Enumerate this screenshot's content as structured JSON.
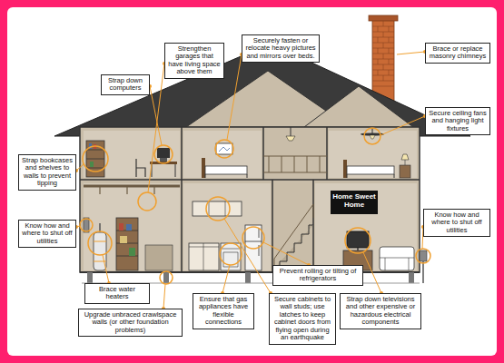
{
  "diagram": {
    "nodes": [
      {
        "text": [
          "Strengthen garages that have living space above them"
        ]
      },
      {
        "text": [
          "Securely fasten or relocate heavy pictures and mirrors over beds."
        ]
      },
      {
        "text": [
          "Brace or replace masonry chimneys"
        ]
      },
      {
        "text": [
          "Strap down computers"
        ]
      },
      {
        "text": [
          "Secure ceiling fans and hanging light fixtures"
        ]
      },
      {
        "text": [
          "Strap bookcases and shelves to walls to prevent tipping"
        ]
      },
      {
        "text": [
          "Know how and where to shut off utilities"
        ]
      },
      {
        "text": [
          "Know how and where to shut off utilities"
        ]
      },
      {
        "text": [
          "Brace water heaters"
        ]
      },
      {
        "text": [
          "Prevent rolling or tilting of refrigerators"
        ]
      },
      {
        "text": [
          "Ensure that gas appliances have flexible connections"
        ]
      },
      {
        "text": [
          "Secure cabinets to wall studs; use latches to keep cabinet doors from flying open during an earthquake"
        ]
      },
      {
        "text": [
          "Strap down televisions and other expensive or hazardous electrical components"
        ]
      },
      {
        "text": [
          "Upgrade unbraced crawlspace walls (or other foundation problems)"
        ]
      }
    ],
    "labels": [
      "Home Sweet Home"
    ]
  }
}
